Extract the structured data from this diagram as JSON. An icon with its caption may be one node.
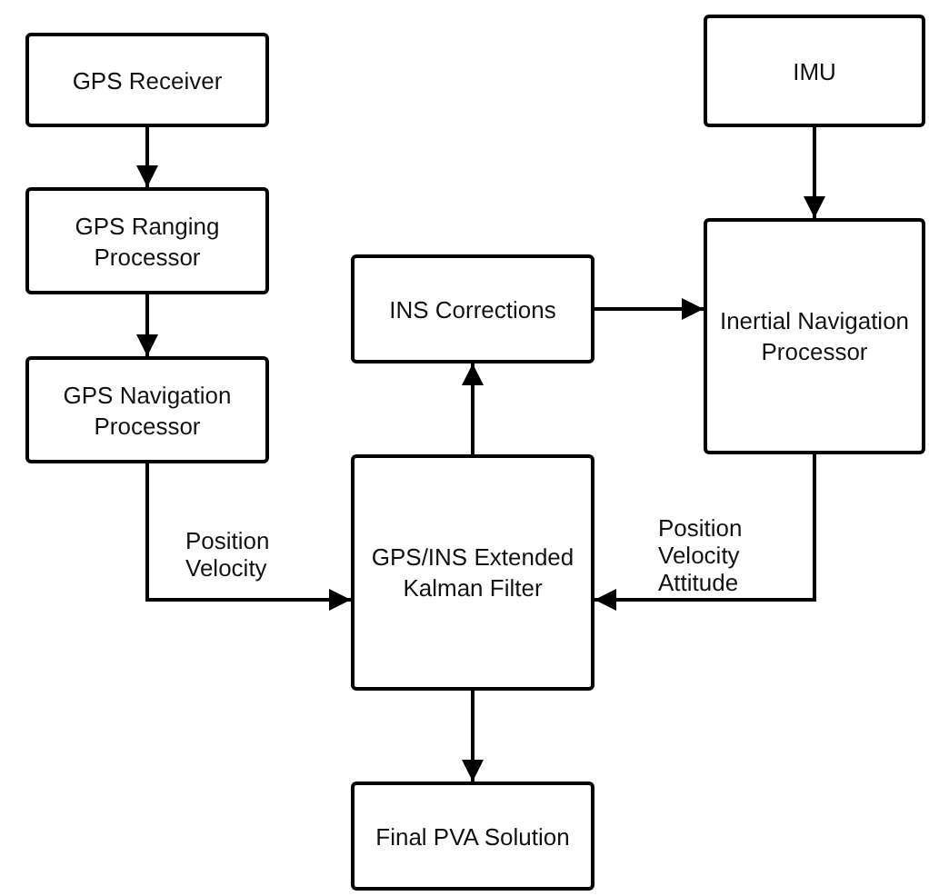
{
  "diagram": {
    "nodes": [
      {
        "text": [
          "GPS Receiver"
        ]
      },
      {
        "text": [
          "IMU"
        ]
      },
      {
        "text": [
          "GPS Ranging Processor"
        ]
      },
      {
        "text": [
          "INS Corrections"
        ]
      },
      {
        "text": [
          "Inertial Navigation Processor"
        ]
      },
      {
        "text": [
          "GPS Navigation Processor"
        ]
      },
      {
        "text": [
          "GPS/INS Extended Kalman Filter"
        ]
      },
      {
        "text": [
          "Final PVA Solution"
        ]
      }
    ],
    "edges": [
      {
        "from": 0,
        "to": 2,
        "arrow": "to"
      },
      {
        "from": 2,
        "to": 5,
        "arrow": "to"
      },
      {
        "from": 5,
        "to": 6,
        "arrow": "to",
        "label": "Position Velocity"
      },
      {
        "from": 6,
        "to": 3,
        "arrow": "to"
      },
      {
        "from": 3,
        "to": 4,
        "arrow": "to"
      },
      {
        "from": 1,
        "to": 4,
        "arrow": "to"
      },
      {
        "from": 4,
        "to": 6,
        "arrow": "to",
        "label": "Position Velocity Attitude"
      },
      {
        "from": 6,
        "to": 7,
        "arrow": "to"
      }
    ]
  }
}
